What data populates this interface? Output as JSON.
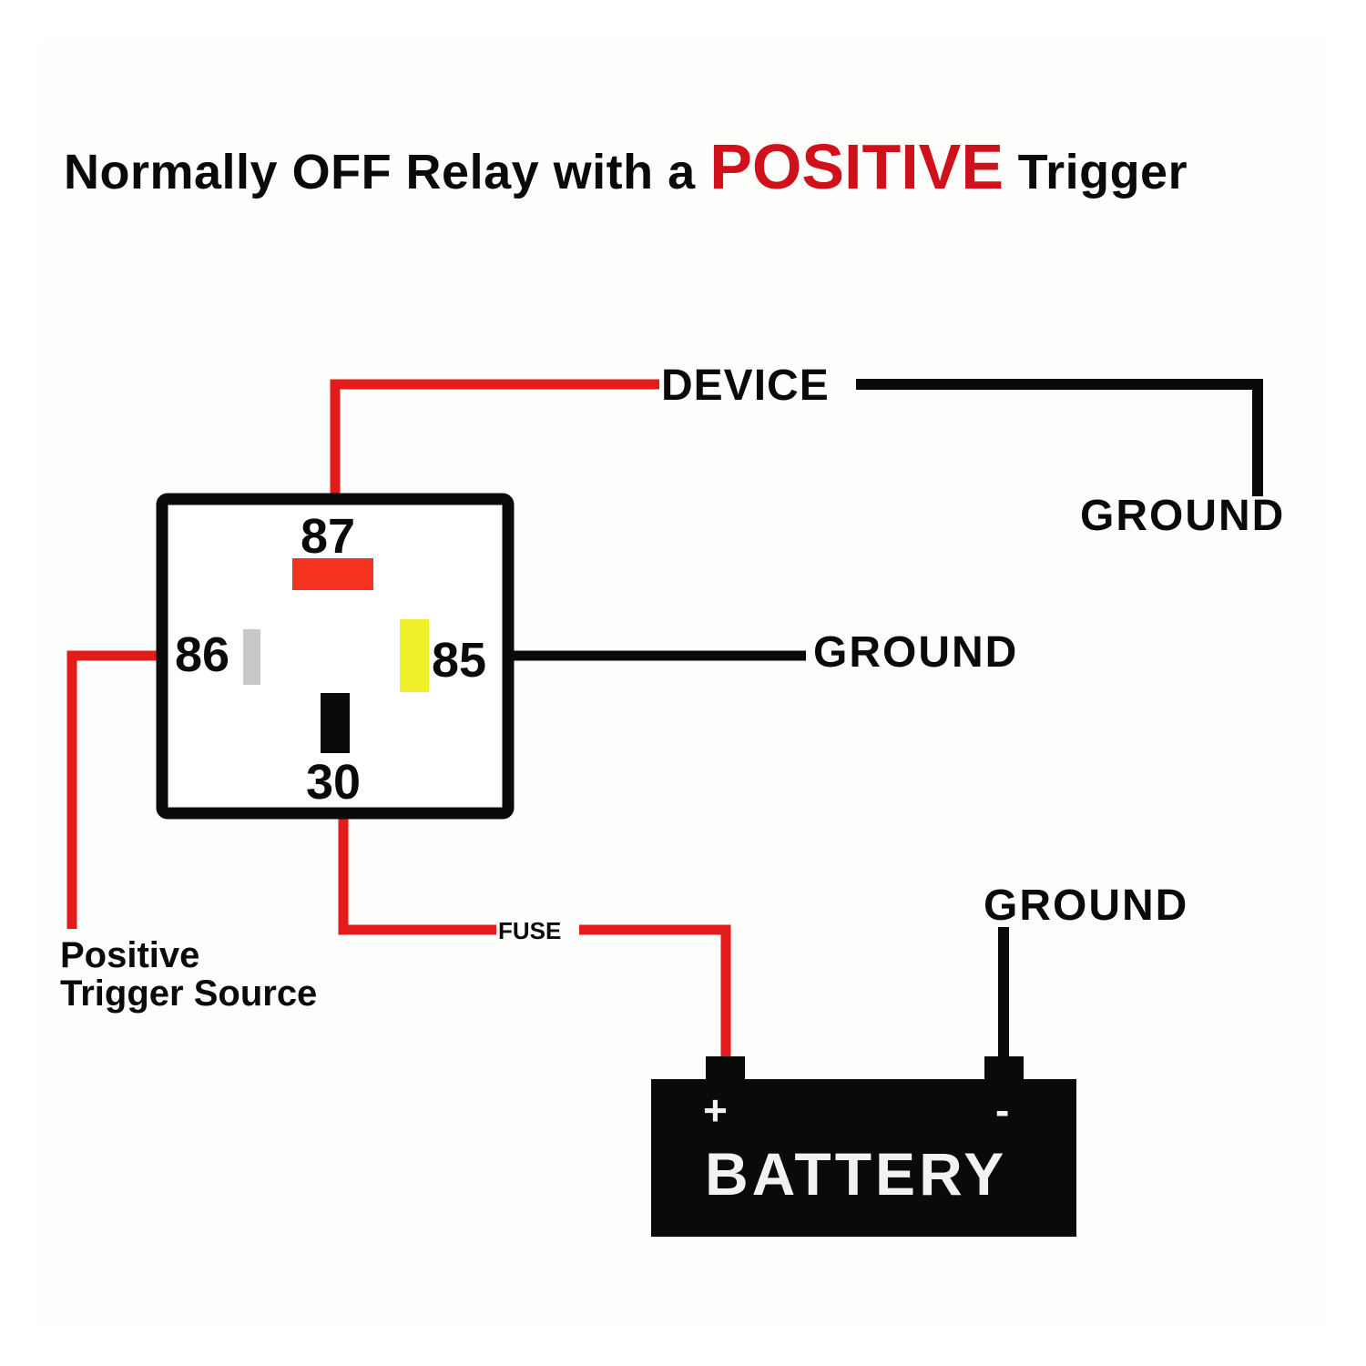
{
  "title": {
    "prefix": "Normally OFF Relay with a ",
    "accent": "POSITIVE",
    "suffix": " Trigger"
  },
  "colors": {
    "wire_positive": "#e31b1b",
    "wire_ground": "#0a0a0a",
    "accent_text": "#d0101a",
    "pin_87": "#f5321f",
    "pin_86": "#c8c8c8",
    "pin_85": "#f0f02c",
    "pin_30": "#0a0a0a"
  },
  "relay": {
    "pins": {
      "p87": "87",
      "p86": "86",
      "p85": "85",
      "p30": "30"
    }
  },
  "labels": {
    "device": "DEVICE",
    "ground_device": "GROUND",
    "ground_85": "GROUND",
    "ground_battery": "GROUND",
    "fuse": "FUSE",
    "trigger_line1": "Positive",
    "trigger_line2": "Trigger Source"
  },
  "battery": {
    "label": "BATTERY",
    "plus": "+",
    "minus": "-"
  }
}
